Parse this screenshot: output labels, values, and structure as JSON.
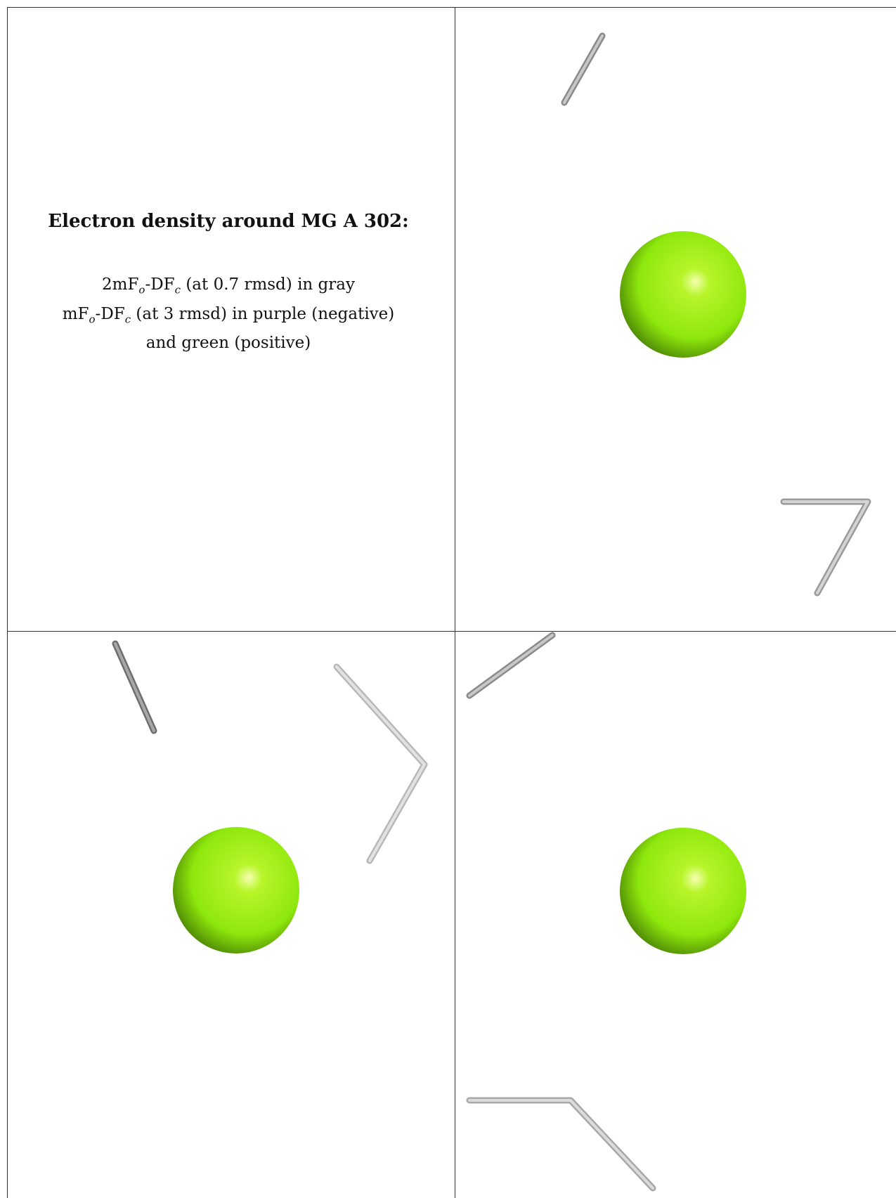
{
  "caption": {
    "title": "Electron density around MG A 302:",
    "line1": {
      "pre": "2mF",
      "sub1": "o",
      "mid": "-DF",
      "sub2": "c",
      "post": " (at 0.7 rmsd) in gray"
    },
    "line2": {
      "pre": "mF",
      "sub1": "o",
      "mid": "-DF",
      "sub2": "c",
      "post": " (at 3 rmsd) in purple (negative)"
    },
    "line3": "and green (positive)"
  },
  "colors": {
    "ion": "#8ee80c",
    "ion_highlight": "#f4ffb0",
    "ion_shadow": "#4f8a05",
    "stick": "#bdbdbd",
    "stick_dark": "#8a8a8a",
    "border": "#333333"
  }
}
